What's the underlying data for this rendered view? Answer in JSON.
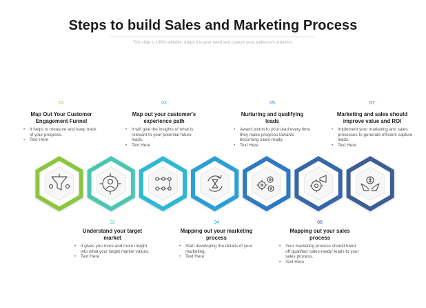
{
  "title": "Steps to build Sales and Marketing Process",
  "subtitle": "This slide is 100% editable. Adapt it to your need and capture your audience's attention.",
  "steps": [
    {
      "num": "01",
      "heading": "Map Out Your Customer Engagement Funnel",
      "bullets": [
        "It helps to measure and keep track of your progress.",
        "Text Here"
      ],
      "color": "#8cc63f",
      "icon": "funnel-icon"
    },
    {
      "num": "02",
      "heading": "Understand your target market",
      "bullets": [
        "It gives you more and more insight into what your target market values.",
        "Text Here"
      ],
      "color": "#4cc6b1",
      "icon": "target-person-icon"
    },
    {
      "num": "03",
      "heading": "Map out your customer's experience path",
      "bullets": [
        "It will give the insights of what is relevant to your potential future leads.",
        "Text Here"
      ],
      "color": "#2eb8d6",
      "icon": "path-nodes-icon"
    },
    {
      "num": "04",
      "heading": "Mapping out your marketing process",
      "bullets": [
        "Start developing the details of your marketing.",
        "Text Here"
      ],
      "color": "#2a9fd8",
      "icon": "hourglass-cycle-icon"
    },
    {
      "num": "05",
      "heading": "Nurturing and qualifying leads",
      "bullets": [
        "Award points to your lead every time they make progress towards becoming sales-ready.",
        "Text Here"
      ],
      "color": "#2f78c4",
      "icon": "gears-people-icon"
    },
    {
      "num": "06",
      "heading": "Mapping out your sales process",
      "bullets": [
        "Your marketing process should hand off qualified 'sales-ready' leads to your sales process.",
        "Text Here"
      ],
      "color": "#3566a8",
      "icon": "gear-megaphone-icon"
    },
    {
      "num": "07",
      "heading": "Marketing and sales should improve value and ROI",
      "bullets": [
        "Implement your marketing and sales processes to generate efficient capture leads.",
        "Text Here"
      ],
      "color": "#3d5d95",
      "icon": "hands-money-icon"
    }
  ]
}
